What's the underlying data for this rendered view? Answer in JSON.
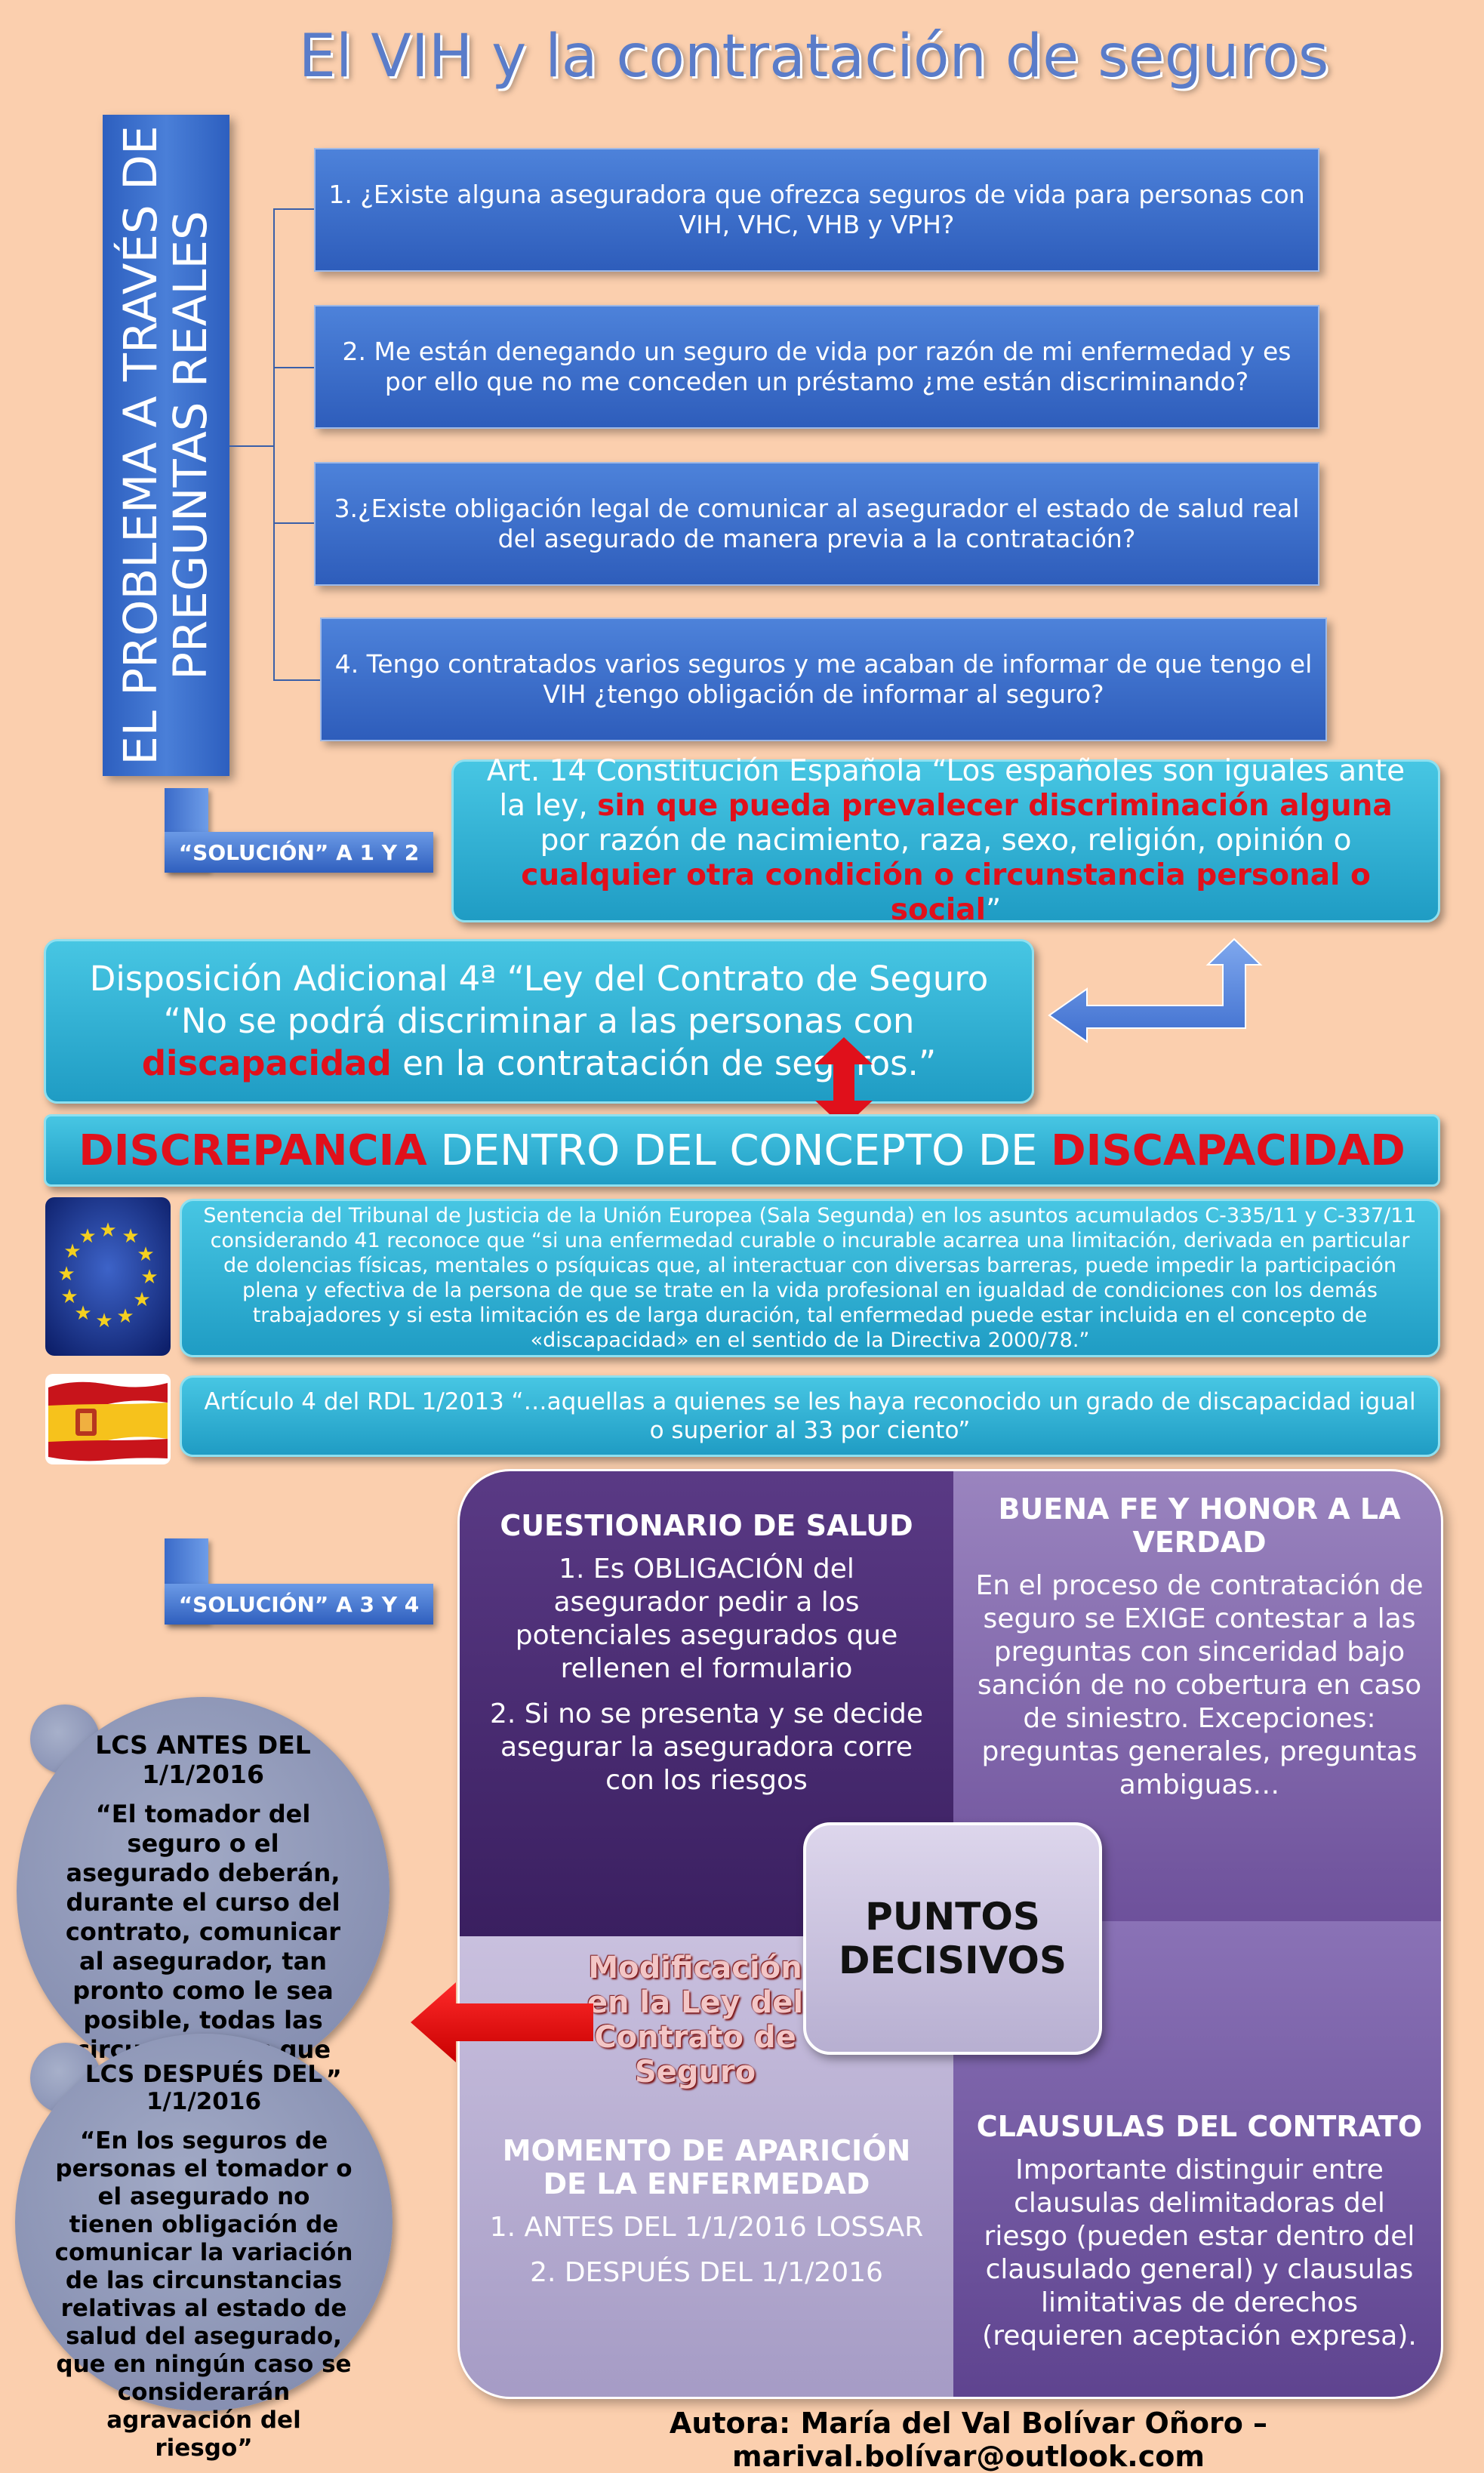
{
  "title": "El VIH y la contratación de seguros",
  "vertical_label": "EL PROBLEMA A TRAVÉS DE PREGUNTAS REALES",
  "questions": [
    "1. ¿Existe alguna aseguradora que ofrezca seguros de vida para personas con VIH, VHC, VHB y VPH?",
    "2. Me están denegando un seguro de vida por razón de mi enfermedad y es por ello que no me conceden un préstamo ¿me están discriminando?",
    "3.¿Existe obligación legal de comunicar al asegurador el estado de salud real del asegurado de manera previa a la contratación?",
    "4. Tengo contratados varios seguros y me acaban de informar de que tengo el VIH ¿tengo obligación de informar al seguro?"
  ],
  "solution_1_2": "“SOLUCIÓN” A 1 Y 2",
  "art14": {
    "part1": "Art. 14 Constitución Española “Los españoles son iguales ante la ley, ",
    "red1": "sin que pueda prevalecer discriminación alguna",
    "part2": " por razón de nacimiento, raza, sexo, religión, opinión o ",
    "red2": "cualquier otra condición o circunstancia personal o social",
    "part3": "”"
  },
  "disposicion": {
    "part1": "Disposición Adicional 4ª “Ley del Contrato de Seguro “No se podrá discriminar a las personas con ",
    "red": "discapacidad",
    "part2": " en la contratación de seguros.”"
  },
  "discrepancia": {
    "red1": "DISCREPANCIA",
    "middle": " DENTRO DEL CONCEPTO DE ",
    "red2": "DISCAPACIDAD"
  },
  "sentencia": "Sentencia del Tribunal de Justicia de la Unión Europea (Sala Segunda) en los asuntos acumulados C-335/11 y C-337/11 considerando 41 reconoce que “si una enfermedad curable o incurable acarrea una limitación, derivada en particular de dolencias físicas, mentales o psíquicas que, al interactuar con diversas barreras, puede impedir la participación plena y efectiva de la persona de que se trate en la vida profesional en igualdad de condiciones con los demás trabajadores y si esta limitación es de larga duración, tal enfermedad puede estar incluida en el concepto de «discapacidad» en el sentido de la Directiva 2000/78.”",
  "articulo4": "Artículo 4 del RDL 1/2013 “…aquellas a quienes se les haya reconocido un grado de discapacidad igual o superior al 33 por ciento”",
  "solution_3_4": "“SOLUCIÓN” A 3 Y 4",
  "cuestionario": {
    "title": "CUESTIONARIO DE SALUD",
    "p1": "1. Es OBLIGACIÓN del asegurador pedir a los potenciales asegurados que rellenen el formulario",
    "p2": "2. Si no se presenta y se decide asegurar la aseguradora corre con los riesgos"
  },
  "buena_fe": {
    "title": "BUENA FE Y HONOR A LA VERDAD",
    "p1": "En el proceso de contratación de seguro se EXIGE contestar a las preguntas con sinceridad bajo sanción de no cobertura en caso de siniestro. Excepciones: preguntas generales, preguntas ambiguas…"
  },
  "momento": {
    "title": "MOMENTO DE APARICIÓN DE LA ENFERMEDAD",
    "p1": "1. ANTES DEL 1/1/2016 LOSSAR",
    "p2": "2. DESPUÉS DEL 1/1/2016"
  },
  "clausulas": {
    "title": "CLAUSULAS DEL CONTRATO",
    "p1": "Importante distinguir entre clausulas delimitadoras del riesgo (pueden estar dentro del clausulado general) y clausulas limitativas de derechos (requieren aceptación expresa)."
  },
  "puntos": "PUNTOS DECISIVOS",
  "modificacion": "Modificación en la Ley del Contrato de Seguro",
  "lcs_antes": {
    "title": "LCS ANTES DEL 1/1/2016",
    "text": "“El tomador del seguro o el asegurado deberán, durante el curso del contrato, comunicar al asegurador, tan pronto como le sea posible, todas las circunstancias que agraven el riesgo…”"
  },
  "lcs_despues": {
    "title": "LCS DESPUÉS DEL 1/1/2016",
    "text": "“En los seguros de personas el tomador o el asegurado no tienen obligación de comunicar la variación de las circunstancias relativas al estado de salud del asegurado, que en ningún caso se considerarán agravación del riesgo”"
  },
  "autora": "Autora: María del Val Bolívar Oñoro – marival.bolívar@outlook.com",
  "colors": {
    "background": "#fbcfae",
    "blue": "#2e5dbb",
    "teal": "#1f9cc4",
    "red": "#e0101b",
    "purple_dark": "#4c2a73",
    "purple_light": "#b7afd1"
  }
}
